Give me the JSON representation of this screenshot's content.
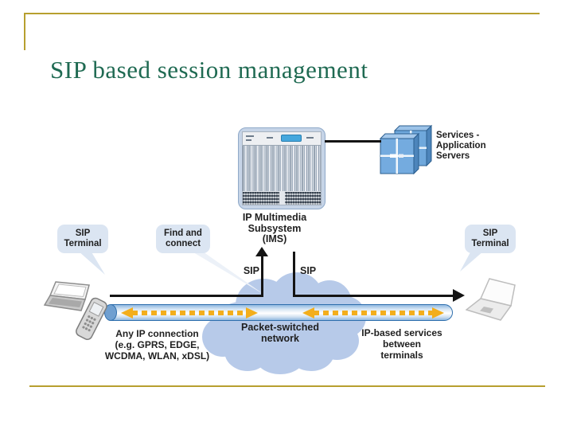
{
  "slide": {
    "title": "SIP based session management"
  },
  "colors": {
    "accent_gold": "#B79F2F",
    "title_green": "#1F6A52",
    "cloud_blue": "#B7CAE9",
    "pipe_border_blue": "#2F6FAD",
    "arrow_yellow": "#F3AE1C",
    "callout_bg": "#DBE5F2",
    "server_blue": "#6FA8DC",
    "line_black": "#141414"
  },
  "icons": [
    "ims-rack-icon",
    "application-servers-icon",
    "laptop-icon",
    "mobile-phone-icon",
    "network-cloud",
    "transport-pipe"
  ],
  "diagram": {
    "callout_left": {
      "line1": "SIP",
      "line2": "Terminal"
    },
    "callout_find": {
      "line1": "Find and",
      "line2": "connect"
    },
    "callout_right": {
      "line1": "SIP",
      "line2": "Terminal"
    },
    "ims_rack": {
      "label_line1": "IP Multimedia",
      "label_line2": "Subsystem",
      "label_line3": "(IMS)"
    },
    "servers": {
      "label_line1": "Services -",
      "label_line2": "Application",
      "label_line3": "Servers"
    },
    "sip_label_left": "SIP",
    "sip_label_right": "SIP",
    "network": {
      "line1": "Packet-switched",
      "line2": "network"
    },
    "left_caption": {
      "line1": "Any IP connection",
      "line2": "(e.g. GPRS, EDGE,",
      "line3": "WCDMA, WLAN, xDSL)"
    },
    "right_caption": {
      "line1": "IP-based services",
      "line2": "between",
      "line3": "terminals"
    }
  }
}
